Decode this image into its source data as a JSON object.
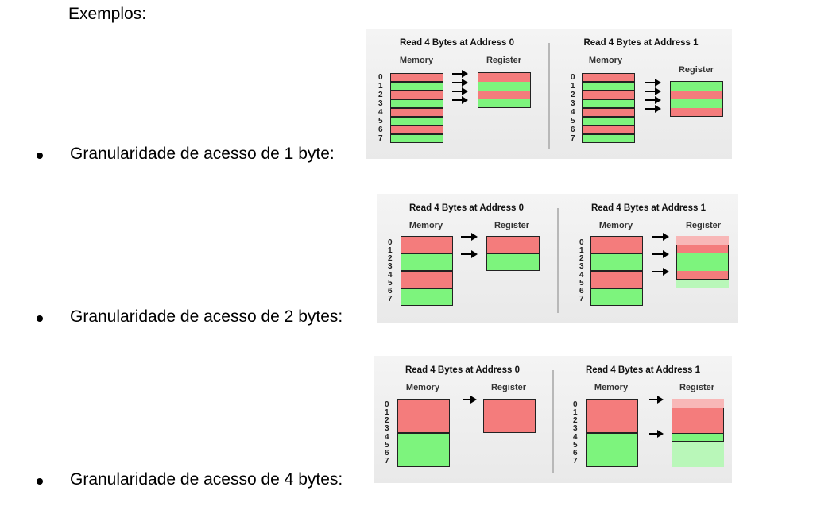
{
  "heading": "Exemplos:",
  "bullets": [
    {
      "text": "Granularidade de acesso de 1 byte:"
    },
    {
      "text": "Granularidade de acesso de 2 bytes:"
    },
    {
      "text": "Granularidade de acesso de 4 bytes:"
    }
  ],
  "figure_labels": {
    "title_addr0": "Read 4 Bytes at Address 0",
    "title_addr1": "Read 4 Bytes at Address 1",
    "memory": "Memory",
    "register": "Register",
    "row_numbers": [
      "0",
      "1",
      "2",
      "3",
      "4",
      "5",
      "6",
      "7"
    ]
  },
  "colors": {
    "red": "#f47c7c",
    "green": "#7df47d",
    "light_red": "#f8b7b7",
    "light_green": "#b9f7b9"
  }
}
